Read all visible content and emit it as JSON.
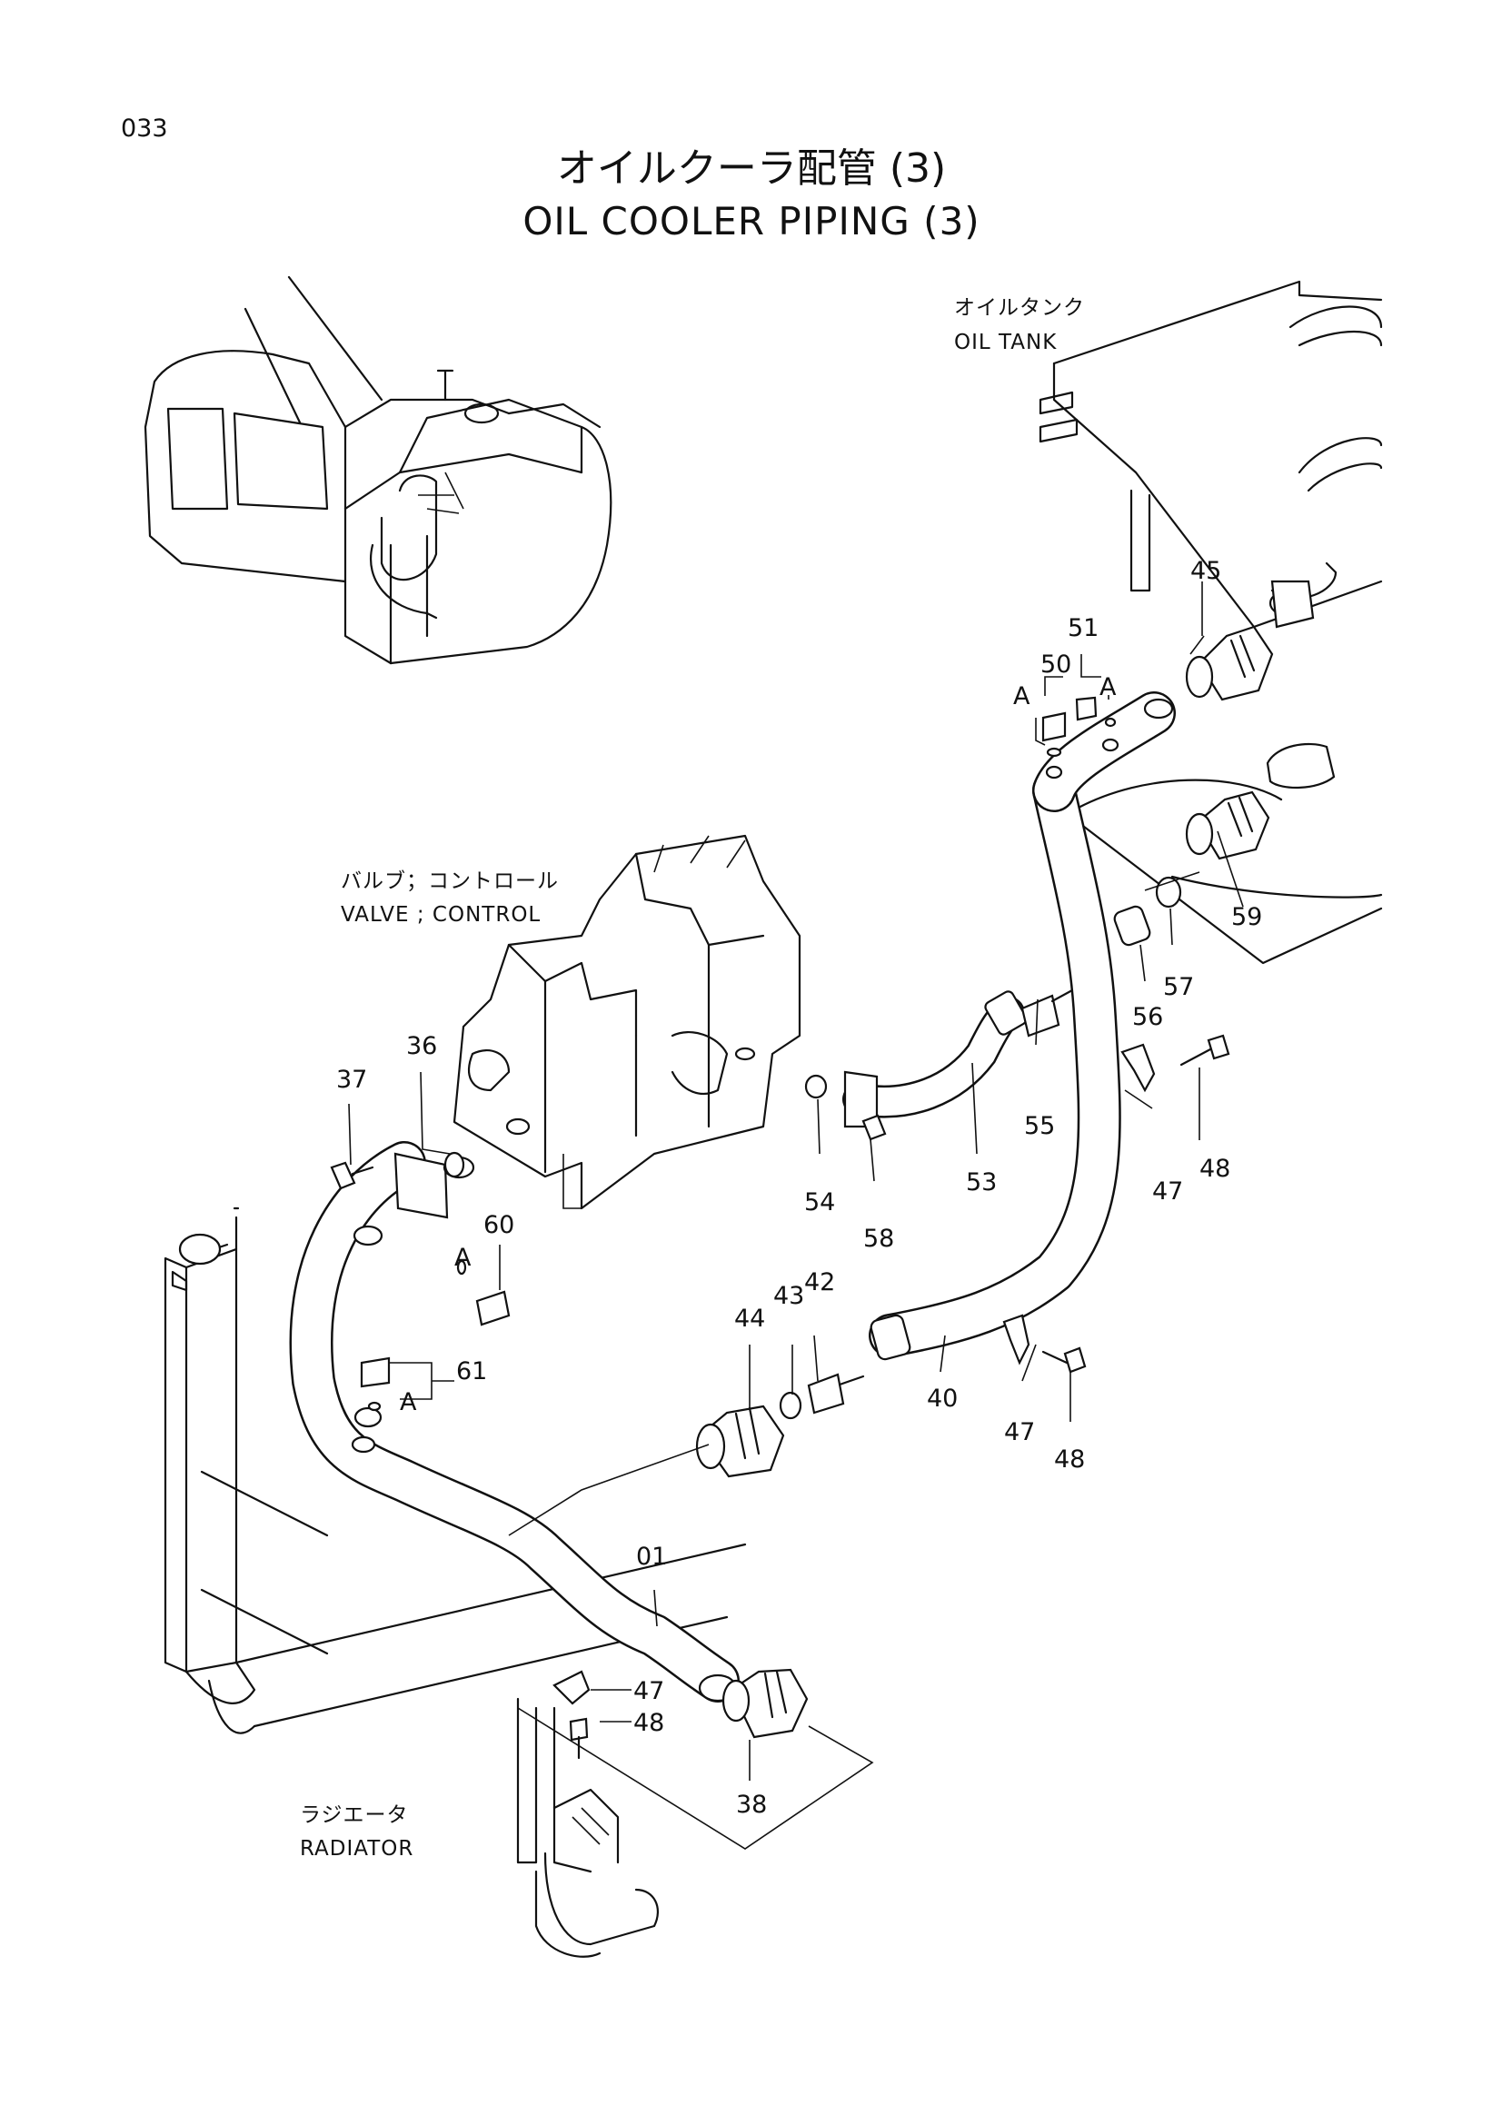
{
  "page_number": "033",
  "title": {
    "japanese": "オイルクーラ配管 (3)",
    "english": "OIL COOLER PIPING (3)"
  },
  "components": {
    "oil_tank": {
      "jp": "オイルタンク",
      "en": "OIL TANK"
    },
    "control_valve": {
      "jp": "バルブ；コントロール",
      "en": "VALVE ; CONTROL"
    },
    "radiator": {
      "jp": "ラジエータ",
      "en": "RADIATOR"
    }
  },
  "detail_marker": "A",
  "callouts": [
    "01",
    "36",
    "37",
    "38",
    "40",
    "42",
    "43",
    "44",
    "45",
    "47",
    "47",
    "47",
    "48",
    "48",
    "48",
    "50",
    "51",
    "53",
    "54",
    "55",
    "56",
    "57",
    "58",
    "59",
    "60",
    "61"
  ]
}
